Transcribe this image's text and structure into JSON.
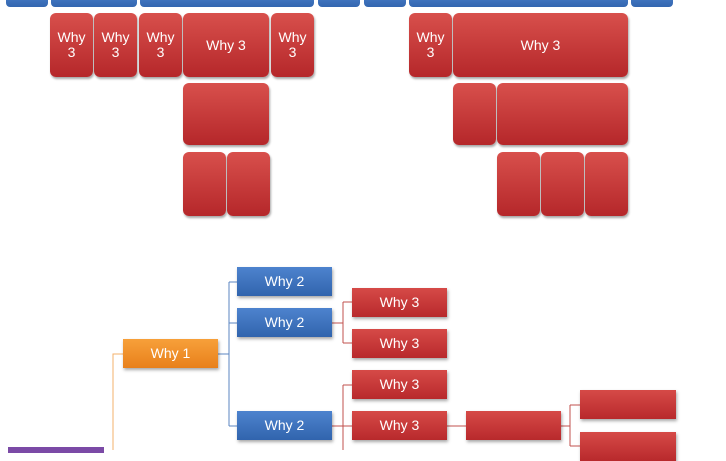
{
  "top_diagram": {
    "left_why3": [
      "Why\n3",
      "Why\n3",
      "Why\n3"
    ],
    "left_big": "Why 3",
    "left_last": "Why\n3",
    "right_small": "Why\n3",
    "right_big": "Why 3"
  },
  "tree": {
    "why1": "Why 1",
    "why2": [
      "Why 2",
      "Why 2",
      "Why 2"
    ],
    "why3_group1": [
      "Why 3",
      "Why 3"
    ],
    "why3_group2": [
      "Why 3",
      "Why 3"
    ]
  },
  "colors": {
    "red": "#c0392b",
    "blue": "#3f74bf",
    "orange": "#f0901f",
    "purple": "#7b4aa6",
    "connector_orange": "#f3b06b",
    "connector_blue": "#5b86c2",
    "connector_red": "#c0504d"
  }
}
